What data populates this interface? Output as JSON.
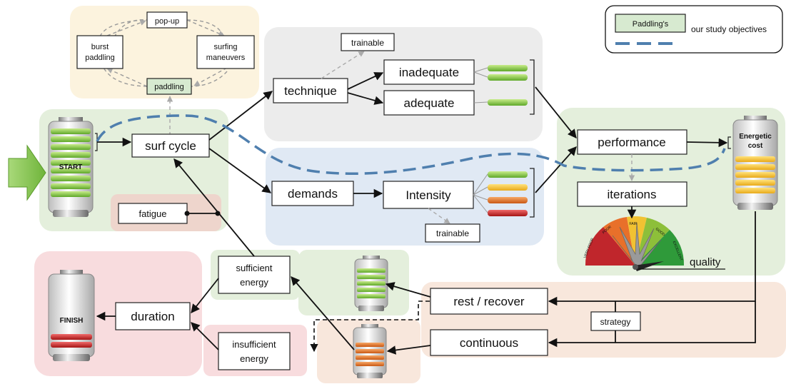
{
  "legend": {
    "swatch_label": "Paddling's",
    "objectives_label": "our study objectives"
  },
  "cycle": {
    "popup": "pop-up",
    "burst_line1": "burst",
    "burst_line2": "paddling",
    "surfing_line1": "surfing",
    "surfing_line2": "maneuvers",
    "paddling": "paddling"
  },
  "nodes": {
    "surf_cycle": "surf cycle",
    "technique": "technique",
    "inadequate": "inadequate",
    "adequate": "adequate",
    "trainable_top": "trainable",
    "demands": "demands",
    "intensity": "Intensity",
    "trainable_bottom": "trainable",
    "performance": "performance",
    "iterations": "iterations",
    "quality": "quality",
    "fatigue": "fatigue",
    "sufficient_line1": "sufficient",
    "sufficient_line2": "energy",
    "insufficient_line1": "insufficient",
    "insufficient_line2": "energy",
    "duration": "duration",
    "rest_recover": "rest / recover",
    "continuous": "continuous",
    "strategy": "strategy"
  },
  "batteries": {
    "start": "START",
    "finish": "FINISH",
    "energetic_line1": "Energetic",
    "energetic_line2": "cost"
  },
  "gauge": {
    "labels": [
      "VERY POOR",
      "POOR",
      "FAIR",
      "GOOD",
      "EXCELLENT"
    ]
  },
  "colors": {
    "green_panel": "#e4efdc",
    "blue_panel": "#e0e9f4",
    "grey_panel": "#ececec",
    "yellow_panel": "#fcf3de",
    "pink_panel": "#f8dcde",
    "orange_panel": "#f8e7dc",
    "fatigue_panel": "#eed5cc",
    "swatch": "#d7ead0",
    "objective_dash": "#4f7fae",
    "battery_green": "#86c440",
    "battery_yellow": "#f6c93a",
    "battery_orange": "#e8782a",
    "battery_red": "#d02a2a"
  }
}
